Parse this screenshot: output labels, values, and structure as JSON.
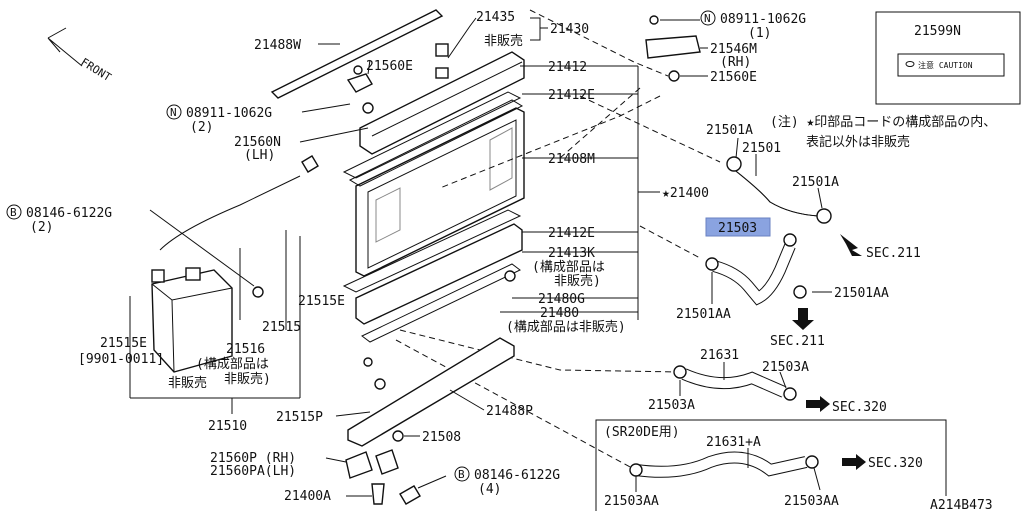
{
  "labels": {
    "front": "FRONT",
    "p21488w": "21488W",
    "p21435": "21435",
    "p21430": "21430",
    "not_sold_1": "非販売",
    "p21560e_a": "21560E",
    "nut_b": "N",
    "p08911_a": "08911-1062G",
    "qty2_a": "(2)",
    "p21560n": "21560N",
    "lh_a": "(LH)",
    "p21412": "21412",
    "p21412e_a": "21412E",
    "p21408m": "21408M",
    "p21400_star": "★21400",
    "p21412e_b": "21412E",
    "p21413k": "21413K",
    "comp_not_sold_1": "(構成部品は",
    "comp_not_sold_2": "非販売)",
    "p21480g": "21480G",
    "p21480": "21480",
    "comp_not_sold_3": "(構成部品は非販売)",
    "bolt_b": "B",
    "p08146_a": "08146-6122G",
    "qty2_b": "(2)",
    "p21515e_a": "21515E",
    "p21515e_b": "21515E",
    "p21515": "21515",
    "date_range": "[9901-0011]",
    "p21516": "21516",
    "comp_not_sold_4": "(構成部品は",
    "comp_not_sold_5": "非販売)",
    "not_sold_2": "非販売",
    "p21510": "21510",
    "p21515p": "21515P",
    "p21488p": "21488P",
    "p21508": "21508",
    "p21560p": "21560P (RH)",
    "p21560pa": "21560PA(LH)",
    "p21400a": "21400A",
    "bolt_b2": "B",
    "p08146_b": "08146-6122G",
    "qty4": "(4)",
    "nut_n2": "N",
    "p08911_b": "08911-1062G",
    "qty1": "(1)",
    "p21546m": "21546M",
    "rh": "(RH)",
    "p21560e_b": "21560E",
    "p21599n": "21599N",
    "caution_text": "注意   CAUTION",
    "note_line1": "(注) ★印部品コードの構成部品の内、",
    "note_line2": "表記以外は非販売",
    "p21501a_a": "21501A",
    "p21501": "21501",
    "p21501a_b": "21501A",
    "sec211_a": "SEC.211",
    "p21503": "21503",
    "p21501aa_a": "21501AA",
    "p21501aa_b": "21501AA",
    "sec211_b": "SEC.211",
    "p21631": "21631",
    "p21503a_a": "21503A",
    "p21503a_b": "21503A",
    "sec320_a": "SEC.320",
    "sr20de": "(SR20DE用)",
    "p21631a": "21631+A",
    "sec320_b": "SEC.320",
    "p21503aa_a": "21503AA",
    "p21503aa_b": "21503AA",
    "diagram_code": "A214B473"
  },
  "highlight_color": "#8aa3e0"
}
